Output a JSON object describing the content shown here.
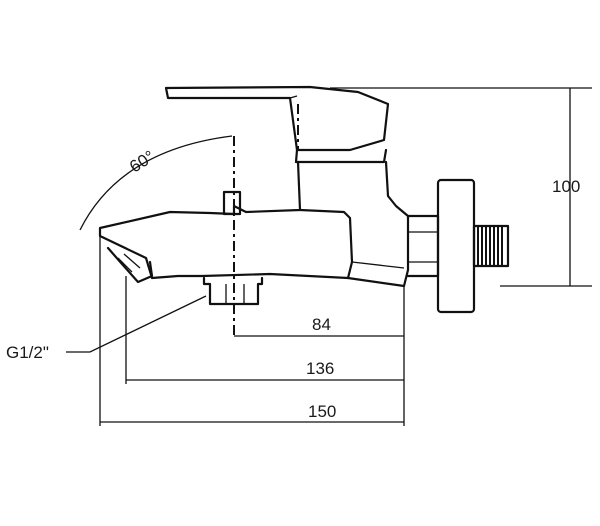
{
  "dimensions": {
    "angle": "60°",
    "height": "100",
    "length_84": "84",
    "length_136": "136",
    "length_150": "150",
    "thread": "G1/2\""
  }
}
